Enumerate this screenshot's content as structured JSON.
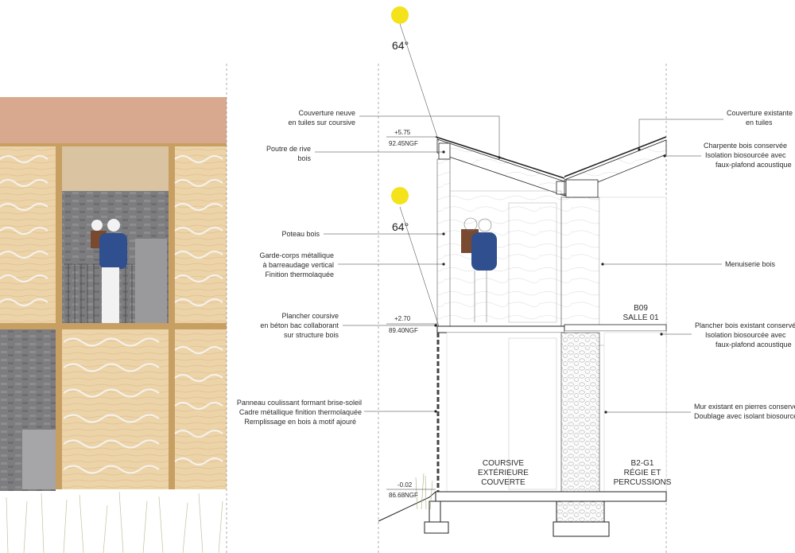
{
  "sun": {
    "upper_angle": "64°",
    "lower_angle": "64°",
    "color": "#f4e21a"
  },
  "levels": [
    {
      "rel": "+5.75",
      "ngf": "92.45NGF"
    },
    {
      "rel": "+2.70",
      "ngf": "89.40NGF"
    },
    {
      "rel": "-0.02",
      "ngf": "86.68NGF"
    }
  ],
  "rooms": {
    "salle": [
      "B09",
      "SALLE 01"
    ],
    "coursive": [
      "COURSIVE",
      "EXTÉRIEURE",
      "COUVERTE"
    ],
    "regie": [
      "B2-G1",
      "RÉGIE ET",
      "PERCUSSIONS"
    ]
  },
  "annotations_left": [
    {
      "id": "couverture-neuve",
      "lines": [
        "Couverture neuve",
        "en tuiles sur coursive"
      ]
    },
    {
      "id": "poutre-rive",
      "lines": [
        "Poutre de rive",
        "bois"
      ]
    },
    {
      "id": "poteau-bois",
      "lines": [
        "Poteau bois"
      ]
    },
    {
      "id": "garde-corps",
      "lines": [
        "Garde-corps métallique",
        "à barreaudage vertical",
        "Finition thermolaquée"
      ]
    },
    {
      "id": "plancher-coursive",
      "lines": [
        "Plancher coursive",
        "en béton bac collaborant",
        "sur structure bois"
      ]
    },
    {
      "id": "panneau-coulissant",
      "lines": [
        "Panneau coulissant formant brise-soleil",
        "Cadre métallique finition thermolaquée",
        "Remplissage en bois à motif ajouré"
      ]
    }
  ],
  "annotations_right": [
    {
      "id": "couverture-existante",
      "lines": [
        "Couverture existante",
        "en tuiles"
      ]
    },
    {
      "id": "charpente-bois",
      "lines": [
        "Charpente bois conservée",
        "Isolation biosourcée avec",
        "faux-plafond acoustique"
      ]
    },
    {
      "id": "menuiserie-bois",
      "lines": [
        "Menuiserie bois"
      ]
    },
    {
      "id": "plancher-existant",
      "lines": [
        "Plancher bois existant conservé",
        "Isolation biosourcée avec",
        "faux-plafond acoustique"
      ]
    },
    {
      "id": "mur-existant",
      "lines": [
        "Mur existant en pierres conservé",
        "Doublage avec isolant biosourcé"
      ]
    }
  ],
  "colors": {
    "roof_tiles": "#d9a98f",
    "timber": "#ead1a6",
    "stone": "#7e7e82",
    "jacket": "#2f4f8f",
    "hair": "#7a4a30"
  }
}
